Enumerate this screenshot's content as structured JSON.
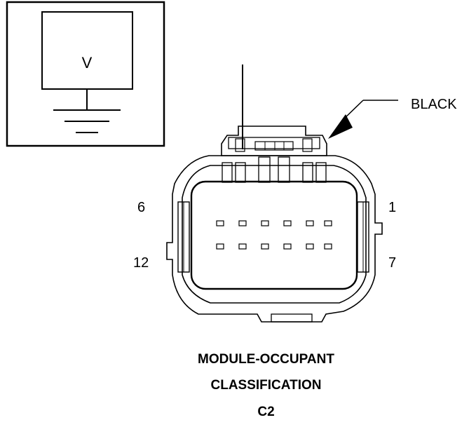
{
  "meter": {
    "symbol": "V"
  },
  "wire_color_label": "BLACK",
  "pin_labels": {
    "top_left": "6",
    "bottom_left": "12",
    "top_right": "1",
    "bottom_right": "7"
  },
  "caption": {
    "line1": "MODULE-OCCUPANT",
    "line2": "CLASSIFICATION",
    "line3": "C2"
  }
}
